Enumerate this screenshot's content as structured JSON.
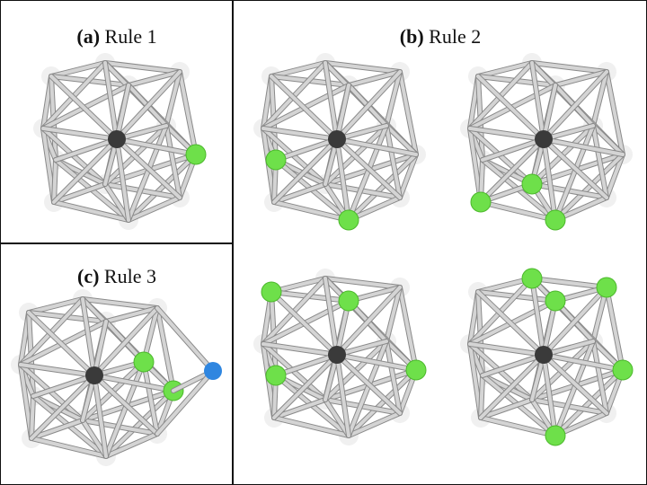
{
  "panels": [
    {
      "id": "a",
      "tag": "(a)",
      "title": "Rule 1"
    },
    {
      "id": "b",
      "tag": "(b)",
      "title": "Rule 2"
    },
    {
      "id": "c",
      "tag": "(c)",
      "title": "Rule 3"
    }
  ],
  "colors": {
    "bond": "#d4d4d4",
    "bond_edge": "#8a8a8a",
    "center_atom": "#3a3a3a",
    "cage_atom": "#e6e6e6",
    "substituted_atom": "#6ee04a",
    "extra_atom": "#2f86e0",
    "border": "#111111"
  }
}
